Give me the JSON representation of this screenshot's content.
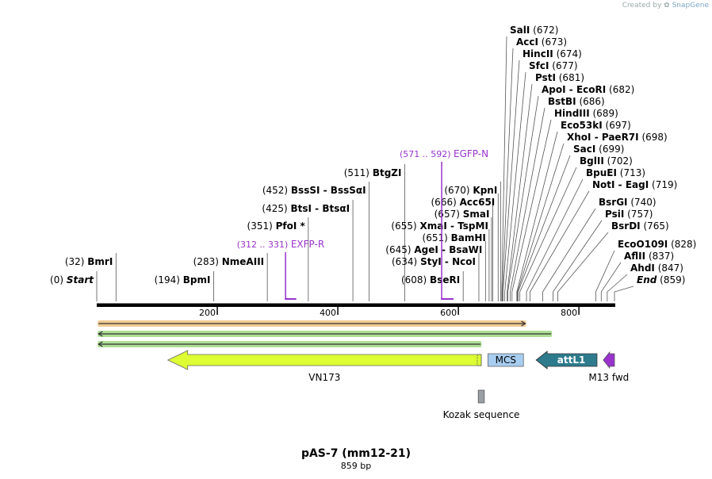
{
  "credit": {
    "text": "Created by",
    "brand": "SnapGene"
  },
  "title": "pAS-7 (mm12-21)",
  "length_label": "859 bp",
  "ruler": {
    "ticks": [
      "200",
      "400",
      "600",
      "800"
    ],
    "tick_values": [
      200,
      400,
      600,
      800
    ],
    "total": 859
  },
  "sites": [
    {
      "pos": "(0)",
      "name": "Start",
      "loc": 0,
      "italic": true
    },
    {
      "pos": "(32)",
      "name": "BmrI",
      "loc": 32
    },
    {
      "pos": "(194)",
      "name": "BpmI",
      "loc": 194
    },
    {
      "pos": "(283)",
      "name": "NmeAIII",
      "loc": 283
    },
    {
      "pos": "(351)",
      "name": "PfoI *",
      "loc": 351
    },
    {
      "pos": "(425)",
      "name": "BtsI",
      "name2": "BtsαI",
      "loc": 425
    },
    {
      "pos": "(452)",
      "name": "BssSI",
      "name2": "BssSαI",
      "loc": 452
    },
    {
      "pos": "(511)",
      "name": "BtgZI",
      "loc": 511
    },
    {
      "pos": "(608)",
      "name": "BseRI",
      "loc": 608
    },
    {
      "pos": "(634)",
      "name": "StyI",
      "name2": "NcoI",
      "loc": 634
    },
    {
      "pos": "(645)",
      "name": "AgeI",
      "name2": "BsaWI",
      "loc": 645
    },
    {
      "pos": "(651)",
      "name": "BamHI",
      "loc": 651
    },
    {
      "pos": "(655)",
      "name": "XmaI",
      "name2": "TspMI",
      "loc": 655
    },
    {
      "pos": "(657)",
      "name": "SmaI",
      "loc": 657
    },
    {
      "pos": "(666)",
      "name": "Acc65I",
      "loc": 666
    },
    {
      "pos": "(670)",
      "name": "KpnI",
      "loc": 670
    },
    {
      "pos": "(672)",
      "name": "SalI",
      "loc": 672
    },
    {
      "pos": "(673)",
      "name": "AccI",
      "loc": 673
    },
    {
      "pos": "(674)",
      "name": "HincII",
      "loc": 674
    },
    {
      "pos": "(677)",
      "name": "SfcI",
      "loc": 677
    },
    {
      "pos": "(681)",
      "name": "PstI",
      "loc": 681
    },
    {
      "pos": "(682)",
      "name": "ApoI",
      "name2": "EcoRI",
      "loc": 682
    },
    {
      "pos": "(686)",
      "name": "BstBI",
      "loc": 686
    },
    {
      "pos": "(689)",
      "name": "HindIII",
      "loc": 689
    },
    {
      "pos": "(697)",
      "name": "Eco53kI",
      "loc": 697
    },
    {
      "pos": "(698)",
      "name": "XhoI",
      "name2": "PaeR7I",
      "loc": 698
    },
    {
      "pos": "(699)",
      "name": "SacI",
      "loc": 699
    },
    {
      "pos": "(702)",
      "name": "BglII",
      "loc": 702
    },
    {
      "pos": "(713)",
      "name": "BpuEI",
      "loc": 713
    },
    {
      "pos": "(719)",
      "name": "NotI",
      "name2": "EagI",
      "loc": 719
    },
    {
      "pos": "(740)",
      "name": "BsrGI",
      "loc": 740
    },
    {
      "pos": "(757)",
      "name": "PsiI",
      "loc": 757
    },
    {
      "pos": "(765)",
      "name": "BsrDI",
      "loc": 765
    },
    {
      "pos": "(828)",
      "name": "EcoO109I",
      "loc": 828
    },
    {
      "pos": "(837)",
      "name": "AflII",
      "loc": 837
    },
    {
      "pos": "(847)",
      "name": "AhdI",
      "loc": 847
    },
    {
      "pos": "(859)",
      "name": "End",
      "loc": 859,
      "italic": true
    }
  ],
  "primers": [
    {
      "range": "(312 .. 331)",
      "name": "EXFP-R",
      "start": 312,
      "end": 331
    },
    {
      "range": "(571 .. 592)",
      "name": "EGFP-N",
      "start": 571,
      "end": 592
    }
  ],
  "features": [
    {
      "name": "VN173",
      "type": "arrow-left",
      "start": 118,
      "end": 638,
      "color": "#ddff33"
    },
    {
      "name": "MCS",
      "type": "box",
      "start": 649,
      "end": 708,
      "color": "#a7cdf0"
    },
    {
      "name": "attL1",
      "type": "arrow-left",
      "start": 729,
      "end": 830,
      "color": "#2d7b8d"
    },
    {
      "name": "M13 fwd",
      "type": "arrow-left",
      "start": 843,
      "end": 859,
      "color": "#9933cc"
    },
    {
      "name": "Kozak sequence",
      "type": "box",
      "start": 633,
      "end": 643,
      "color": "#9aa0a6"
    }
  ],
  "orfs": [
    {
      "start": 3,
      "end": 711,
      "direction": "right",
      "color": "#e7a23a"
    },
    {
      "start": 3,
      "end": 754,
      "direction": "left",
      "color": "#69c23c"
    },
    {
      "start": 3,
      "end": 637,
      "direction": "left",
      "color": "#69c23c"
    }
  ],
  "colors": {
    "primer": "#9933cc",
    "line": "#000000"
  }
}
